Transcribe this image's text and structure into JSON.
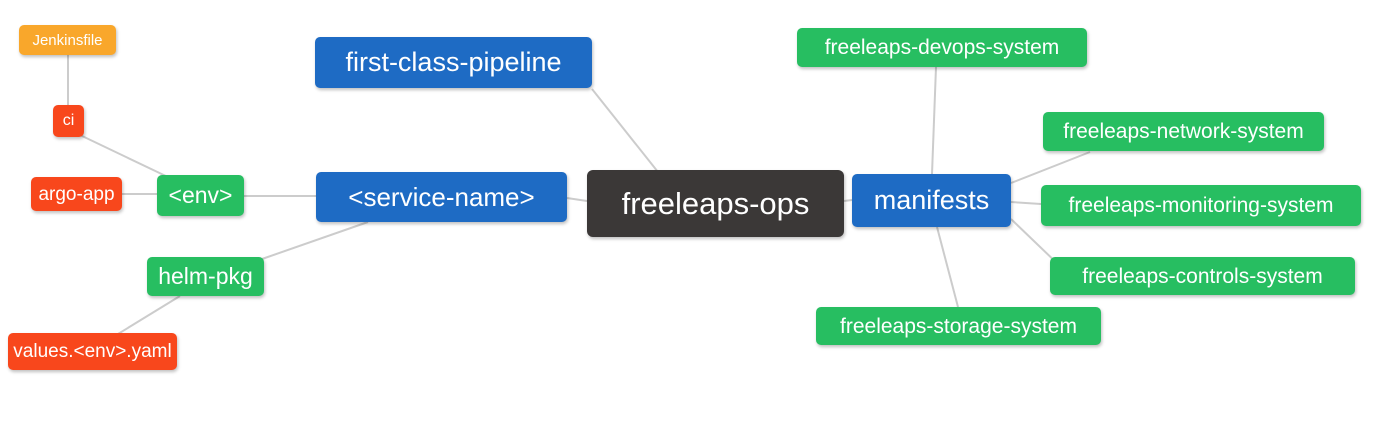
{
  "palette": {
    "background": "#ffffff",
    "blue": "#1e6bc4",
    "green": "#27be61",
    "orange": "#f9a72b",
    "red": "#f8471c",
    "dark": "#3b3837",
    "edge": "#cccccc",
    "nodetext": "#ffffff"
  },
  "mindmap": {
    "root": {
      "label": "freeleaps-ops",
      "color": "#3b3837"
    },
    "nodes": {
      "jenkinsfile": {
        "label": "Jenkinsfile",
        "color": "#f9a72b"
      },
      "ci": {
        "label": "ci",
        "color": "#f8471c"
      },
      "argo_app": {
        "label": "argo-app",
        "color": "#f8471c"
      },
      "env": {
        "label": "<env>",
        "color": "#27be61"
      },
      "helm_pkg": {
        "label": "helm-pkg",
        "color": "#27be61"
      },
      "values_env_yaml": {
        "label": "values.<env>.yaml",
        "color": "#f8471c"
      },
      "first_class_pipeline": {
        "label": "first-class-pipeline",
        "color": "#1e6bc4"
      },
      "service_name": {
        "label": "<service-name>",
        "color": "#1e6bc4"
      },
      "manifests": {
        "label": "manifests",
        "color": "#1e6bc4"
      },
      "devops_system": {
        "label": "freeleaps-devops-system",
        "color": "#27be61"
      },
      "network_system": {
        "label": "freeleaps-network-system",
        "color": "#27be61"
      },
      "monitoring_system": {
        "label": "freeleaps-monitoring-system",
        "color": "#27be61"
      },
      "controls_system": {
        "label": "freeleaps-controls-system",
        "color": "#27be61"
      },
      "storage_system": {
        "label": "freeleaps-storage-system",
        "color": "#27be61"
      }
    },
    "edges": [
      {
        "from": "freeleaps-ops",
        "to": "first-class-pipeline"
      },
      {
        "from": "freeleaps-ops",
        "to": "<service-name>"
      },
      {
        "from": "freeleaps-ops",
        "to": "manifests"
      },
      {
        "from": "<service-name>",
        "to": "<env>"
      },
      {
        "from": "<service-name>",
        "to": "helm-pkg"
      },
      {
        "from": "<env>",
        "to": "ci"
      },
      {
        "from": "<env>",
        "to": "argo-app"
      },
      {
        "from": "ci",
        "to": "Jenkinsfile"
      },
      {
        "from": "helm-pkg",
        "to": "values.<env>.yaml"
      },
      {
        "from": "manifests",
        "to": "freeleaps-devops-system"
      },
      {
        "from": "manifests",
        "to": "freeleaps-network-system"
      },
      {
        "from": "manifests",
        "to": "freeleaps-monitoring-system"
      },
      {
        "from": "manifests",
        "to": "freeleaps-controls-system"
      },
      {
        "from": "manifests",
        "to": "freeleaps-storage-system"
      }
    ]
  }
}
